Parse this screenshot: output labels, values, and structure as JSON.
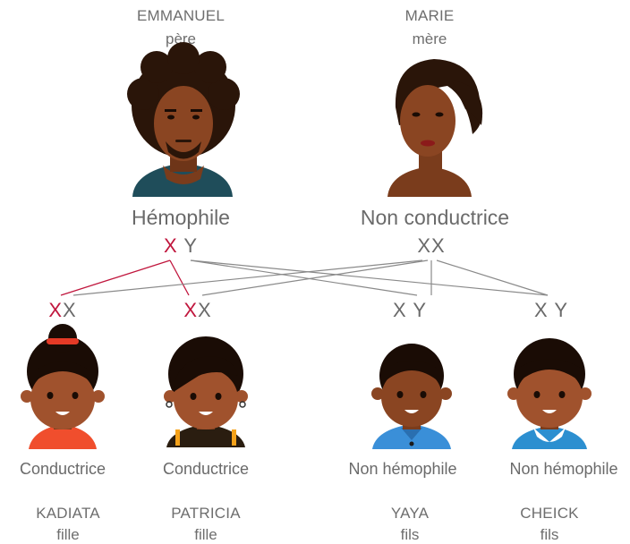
{
  "parents": {
    "father": {
      "name": "EMMANUEL",
      "role": "père",
      "status": "Hémophile",
      "geno_x": "X",
      "geno_y": "Y"
    },
    "mother": {
      "name": "MARIE",
      "role": "mère",
      "status": "Non conductrice",
      "geno_x1": "X",
      "geno_x2": "X"
    }
  },
  "children": [
    {
      "name": "KADIATA",
      "role": "fille",
      "status": "Conductrice",
      "geno_a": "X",
      "geno_b": "X"
    },
    {
      "name": "PATRICIA",
      "role": "fille",
      "status": "Conductrice",
      "geno_a": "X",
      "geno_b": "X"
    },
    {
      "name": "YAYA",
      "role": "fils",
      "status": "Non hémophile",
      "geno_a": "X",
      "geno_b": "Y"
    },
    {
      "name": "CHEICK",
      "role": "fils",
      "status": "Non hémophile",
      "geno_a": "X",
      "geno_b": "Y"
    }
  ],
  "colors": {
    "affected_x": "#c0163d",
    "normal": "#6a6a6a",
    "line_affected": "#c0163d",
    "line_normal": "#8a8a8a"
  }
}
